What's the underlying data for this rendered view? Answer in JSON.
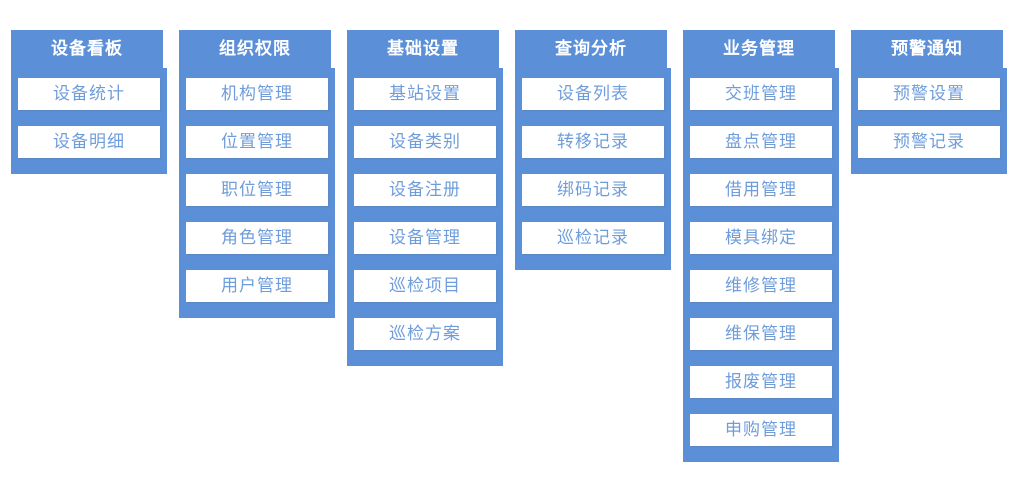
{
  "diagram": {
    "type": "module-feature-map",
    "background": "#ffffff"
  },
  "colors": {
    "column_blue": "#5b8fd8",
    "header_text": "#ffffff",
    "item_text": "#6f9ddb",
    "item_background": "#ffffff"
  },
  "columns": [
    {
      "id": "device-dashboard",
      "title": "设备看板",
      "items": [
        "设备统计",
        "设备明细"
      ]
    },
    {
      "id": "org-permissions",
      "title": "组织权限",
      "items": [
        "机构管理",
        "位置管理",
        "职位管理",
        "角色管理",
        "用户管理"
      ]
    },
    {
      "id": "basic-settings",
      "title": "基础设置",
      "items": [
        "基站设置",
        "设备类别",
        "设备注册",
        "设备管理",
        "巡检项目",
        "巡检方案"
      ]
    },
    {
      "id": "query-analysis",
      "title": "查询分析",
      "items": [
        "设备列表",
        "转移记录",
        "绑码记录",
        "巡检记录"
      ]
    },
    {
      "id": "business-management",
      "title": "业务管理",
      "items": [
        "交班管理",
        "盘点管理",
        "借用管理",
        "模具绑定",
        "维修管理",
        "维保管理",
        "报废管理",
        "申购管理"
      ]
    },
    {
      "id": "alert-notification",
      "title": "预警通知",
      "items": [
        "预警设置",
        "预警记录"
      ]
    }
  ]
}
